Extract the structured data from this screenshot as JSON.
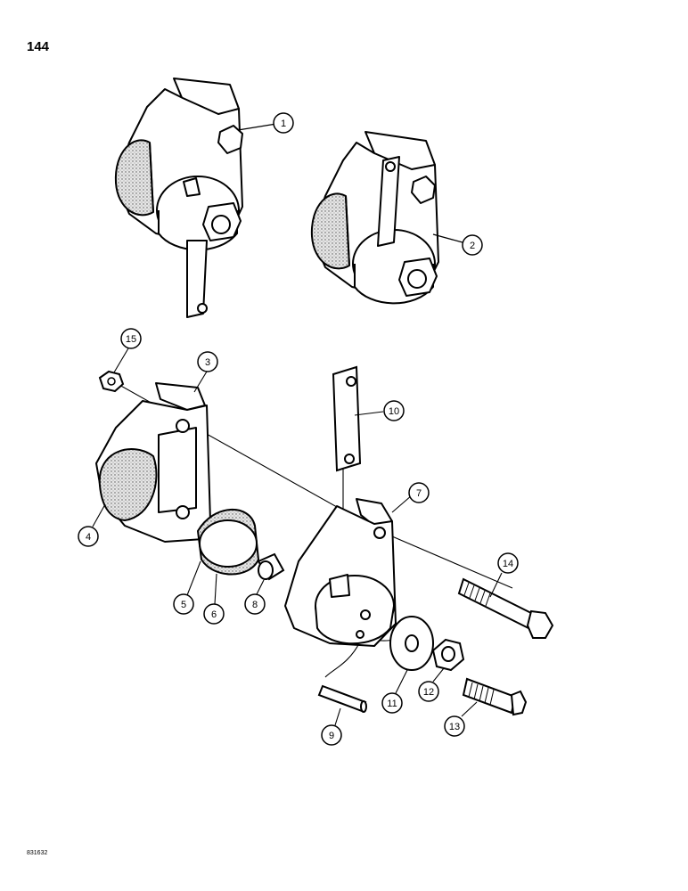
{
  "page": {
    "number": "144",
    "drawing_code": "831632"
  },
  "callouts": [
    "1",
    "2",
    "3",
    "4",
    "5",
    "6",
    "7",
    "8",
    "9",
    "10",
    "11",
    "12",
    "13",
    "14",
    "15"
  ],
  "colors": {
    "ink": "#000000",
    "paper": "#ffffff",
    "lining": "#cfcfcf"
  }
}
